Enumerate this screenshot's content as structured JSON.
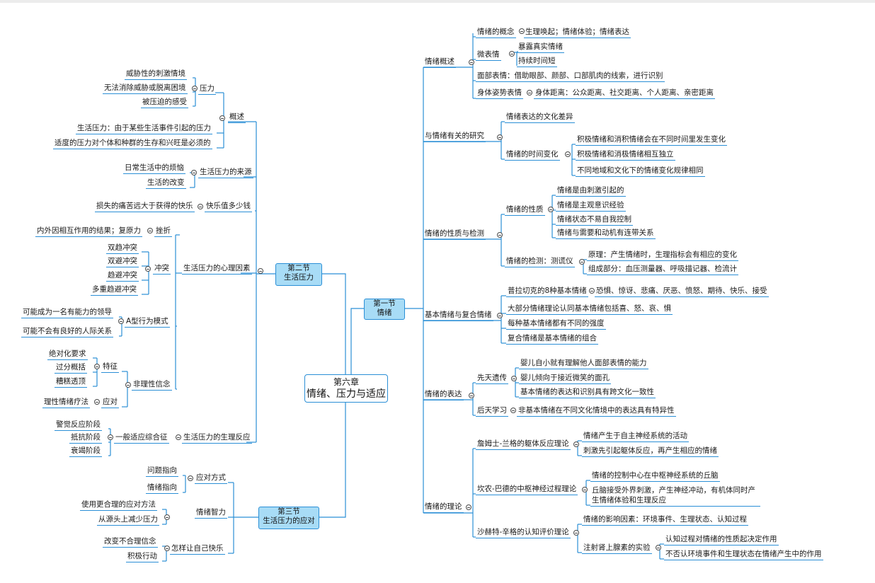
{
  "root": {
    "line1": "第六章",
    "line2": "情绪、压力与适应"
  },
  "sections": [
    {
      "line1": "第一节",
      "line2": "情绪"
    },
    {
      "line1": "第二节",
      "line2": "生活压力"
    },
    {
      "line1": "第三节",
      "line2": "生活压力的应对"
    }
  ],
  "nodes": {
    "qxgs": "情绪概述",
    "qxgn": "情绪的概念",
    "qxgn_c": "生理唤起；情绪体验；情绪表达",
    "wbq": "微表情",
    "wbq_1": "暴露真实情绪",
    "wbq_2": "持续时间短",
    "mbbq": "面部表情：借助眼部、颜部、口部肌肉的线索，进行识别",
    "stzs": "身体姿势表情",
    "stzs_c": "身体距离：公众距离、社交距离、个人距离、亲密距离",
    "yqxyg": "与情绪有关的研究",
    "qxbdwh": "情绪表达的文化差异",
    "qxsjbh": "情绪的时间变化",
    "sj1": "积极情绪和消积情绪会在不同时间里发生变化",
    "sj2": "积极情绪和消极情绪相互独立",
    "sj3": "不同地域和文化下的情绪变化规律相同",
    "xzyjc": "情绪的性质与检测",
    "xz": "情绪的性质",
    "xz1": "情绪是由刺激引起的",
    "xz2": "情绪是主观意识经验",
    "xz3": "情绪状态不易自我控制",
    "xz4": "情绪与需要和动机有连带关系",
    "jc": "情绪的检测：测谎仪",
    "jc1": "原理：产生情绪时，生理指标会有相应的变化",
    "jc2": "组成部分：血压测量器、呼吸描记器、检流计",
    "jbfh": "基本情绪与复合情绪",
    "plq": "普拉切克的8种基本情绪",
    "plq_c": "恐惧、惊讶、悲痛、厌恶、愤怒、期待、快乐、接受",
    "jb2": "大部分情绪理论认同基本情绪包括喜、怒、哀、惧",
    "jb3": "每种基本情绪都有不同的强度",
    "jb4": "复合情绪是基本情绪的组合",
    "bd": "情绪的表达",
    "xtyc": "先天遗传",
    "yc1": "婴儿自小就有理解他人面部表情的能力",
    "yc2": "婴儿倾向于接近微笑的面孔",
    "yc3": "基本情绪的表达和识别具有跨文化一致性",
    "htxx": "后天学习",
    "htxx_c": "非基本情绪在不同文化情境中的表达具有特异性",
    "ll": "情绪的理论",
    "zm": "詹姆士-兰格的躯体反应理论",
    "zm1": "情绪产生于自主神经系统的活动",
    "zm2": "刺激先引起躯体反应，再产生相应的情绪",
    "kn": "坎农-巴德的中枢神经过程理论",
    "kn1": "情绪的控制中心在中枢神经系统的丘脑",
    "kn2": "丘脑接受外界刺激，产生神经冲动，有机体同时产生情绪体验和生理反应",
    "sh": "沙赫特-辛格的认知评价理论",
    "sh1": "情绪的影响因素：环境事件、生理状态、认知过程",
    "sh2": "注射肾上腺素的实验",
    "sh2a": "认知过程对情绪的性质起决定作用",
    "sh2b": "不否认环境事件和生理状态在情绪产生中的作用",
    "gs": "概述",
    "yl": "压力",
    "yl1": "威胁性的刺激情境",
    "yl2": "无法消除威胁或脱离困境",
    "yl3": "被压迫的感受",
    "shyl": "生活压力：由于某些生活事件引起的压力",
    "sdyl": "适度的压力对个体和种群的生存和兴旺是必须的",
    "ly": "生活压力的来源",
    "ly1": "日常生活中的烦恼",
    "ly2": "生活的改变",
    "kl": "快乐值多少钱",
    "kl1": "损失的痛苦远大于获得的快乐",
    "xl": "生活压力的心理因素",
    "cz": "挫折",
    "cz1": "内外因相互作用的结果；复原力",
    "ct": "冲突",
    "ct1": "双趋冲突",
    "ct2": "双避冲突",
    "ct3": "趋避冲突",
    "ct4": "多重趋避冲突",
    "ax": "A型行为模式",
    "ax1": "可能成为一名有能力的领导",
    "ax2": "可能不会有良好的人际关系",
    "fl": "非理性信念",
    "tz": "特征",
    "tz1": "绝对化要求",
    "tz2": "过分概括",
    "tz3": "糟糕透顶",
    "yd": "应对",
    "yd1": "理性情绪疗法",
    "sl": "生活压力的生理反应",
    "yb": "一般适应综合征",
    "yb1": "警觉反应阶段",
    "yb2": "抵抗阶段",
    "yb3": "衰竭阶段",
    "ydfs": "应对方式",
    "ydfs1": "问题指向",
    "ydfs2": "情绪指向",
    "qxzl": "情绪智力",
    "zl1": "使用更合理的应对方法",
    "zl2": "从源头上减少压力",
    "zy": "怎样让自己快乐",
    "zy1": "改变不合理信念",
    "zy2": "积极行动"
  },
  "colors": {
    "line": "#2b8fd6",
    "box_fill": "#a8dcf6",
    "toggle": "#4a4a4a"
  }
}
